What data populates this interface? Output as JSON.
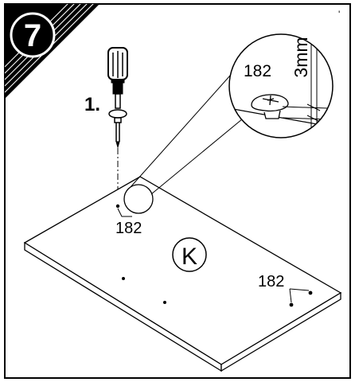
{
  "step": {
    "number": "7"
  },
  "instruction": {
    "action_label": "1."
  },
  "callout": {
    "part_code": "182",
    "dimension": "3mm"
  },
  "board": {
    "panel_letter": "K",
    "part_label_left": "182",
    "part_label_right": "182"
  }
}
